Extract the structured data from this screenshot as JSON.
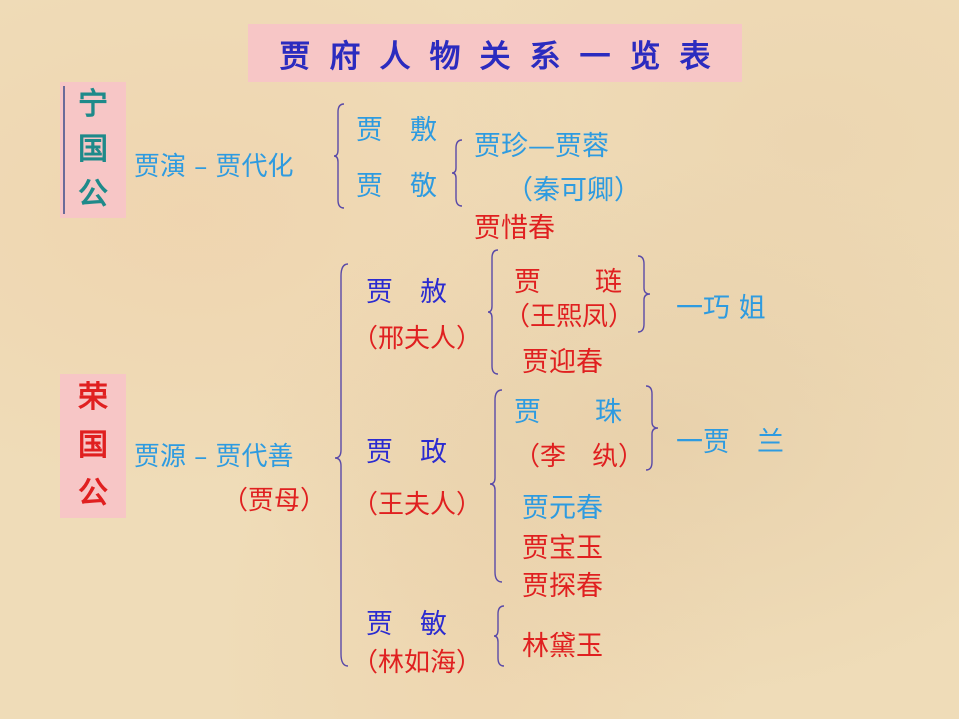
{
  "title": "贾府人物关系一览表",
  "colors": {
    "title_bg": "#f7c6c6",
    "title_text": "#2b2bbf",
    "ningguo_label": "#1e8a8a",
    "rongguo_label": "#e02020",
    "dark_blue": "#2b2bd0",
    "light_blue": "#2e9be0",
    "red": "#e02020",
    "bracket": "#5a4aa8"
  },
  "ningguo": {
    "label_chars": [
      "宁",
      "国",
      "公"
    ],
    "ancestors": "贾演 – 贾代化",
    "sons": [
      {
        "name": "贾　敷"
      },
      {
        "name": "贾　敬"
      }
    ],
    "grandchildren": {
      "line1": "贾珍—贾蓉",
      "line1_spouse": "（秦可卿）",
      "daughter": "贾惜春"
    }
  },
  "rongguo": {
    "label_chars": [
      "荣",
      "国",
      "公"
    ],
    "ancestors": "贾源 – 贾代善",
    "ancestor_spouse": "（贾母）",
    "children": [
      {
        "name": "贾　赦",
        "spouse": "（邢夫人）",
        "offspring": [
          {
            "name": "贾　　琏",
            "spouse": "（王熙凤）",
            "child": "一巧 姐"
          },
          {
            "name": "贾迎春"
          }
        ]
      },
      {
        "name": "贾　政",
        "spouse": "（王夫人）",
        "offspring": [
          {
            "name": "贾　　珠",
            "spouse": "（李　纨）",
            "child": "一贾　兰"
          },
          {
            "name": "贾元春"
          },
          {
            "name": "贾宝玉"
          },
          {
            "name": "贾探春"
          }
        ]
      },
      {
        "name": "贾　敏",
        "spouse": "（林如海）",
        "offspring": [
          {
            "name": "林黛玉"
          }
        ]
      }
    ]
  }
}
